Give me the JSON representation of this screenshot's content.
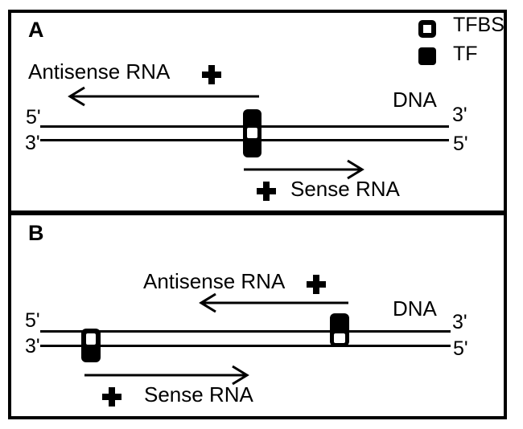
{
  "colors": {
    "ink": "#000000",
    "paper": "#ffffff"
  },
  "legend": {
    "items": [
      {
        "icon": "tfbs-icon",
        "label": "TFBS"
      },
      {
        "icon": "tf-icon",
        "label": "TF"
      }
    ]
  },
  "icons": {
    "plus": "+",
    "tf": "black-rounded-square",
    "tfbs": "white-square-black-outline"
  },
  "panels": {
    "a": {
      "label": "A",
      "antisense_rna_label": "Antisense RNA",
      "sense_rna_label": "Sense RNA",
      "dna_label": "DNA",
      "plus_symbol": "+",
      "strand_ends": {
        "top_left": "5'",
        "bottom_left": "3'",
        "top_right": "3'",
        "bottom_right": "5'"
      }
    },
    "b": {
      "label": "B",
      "antisense_rna_label": "Antisense RNA",
      "sense_rna_label": "Sense RNA",
      "dna_label": "DNA",
      "plus_symbol": "+",
      "strand_ends": {
        "top_left": "5'",
        "bottom_left": "3'",
        "top_right": "3'",
        "bottom_right": "5'"
      }
    }
  }
}
